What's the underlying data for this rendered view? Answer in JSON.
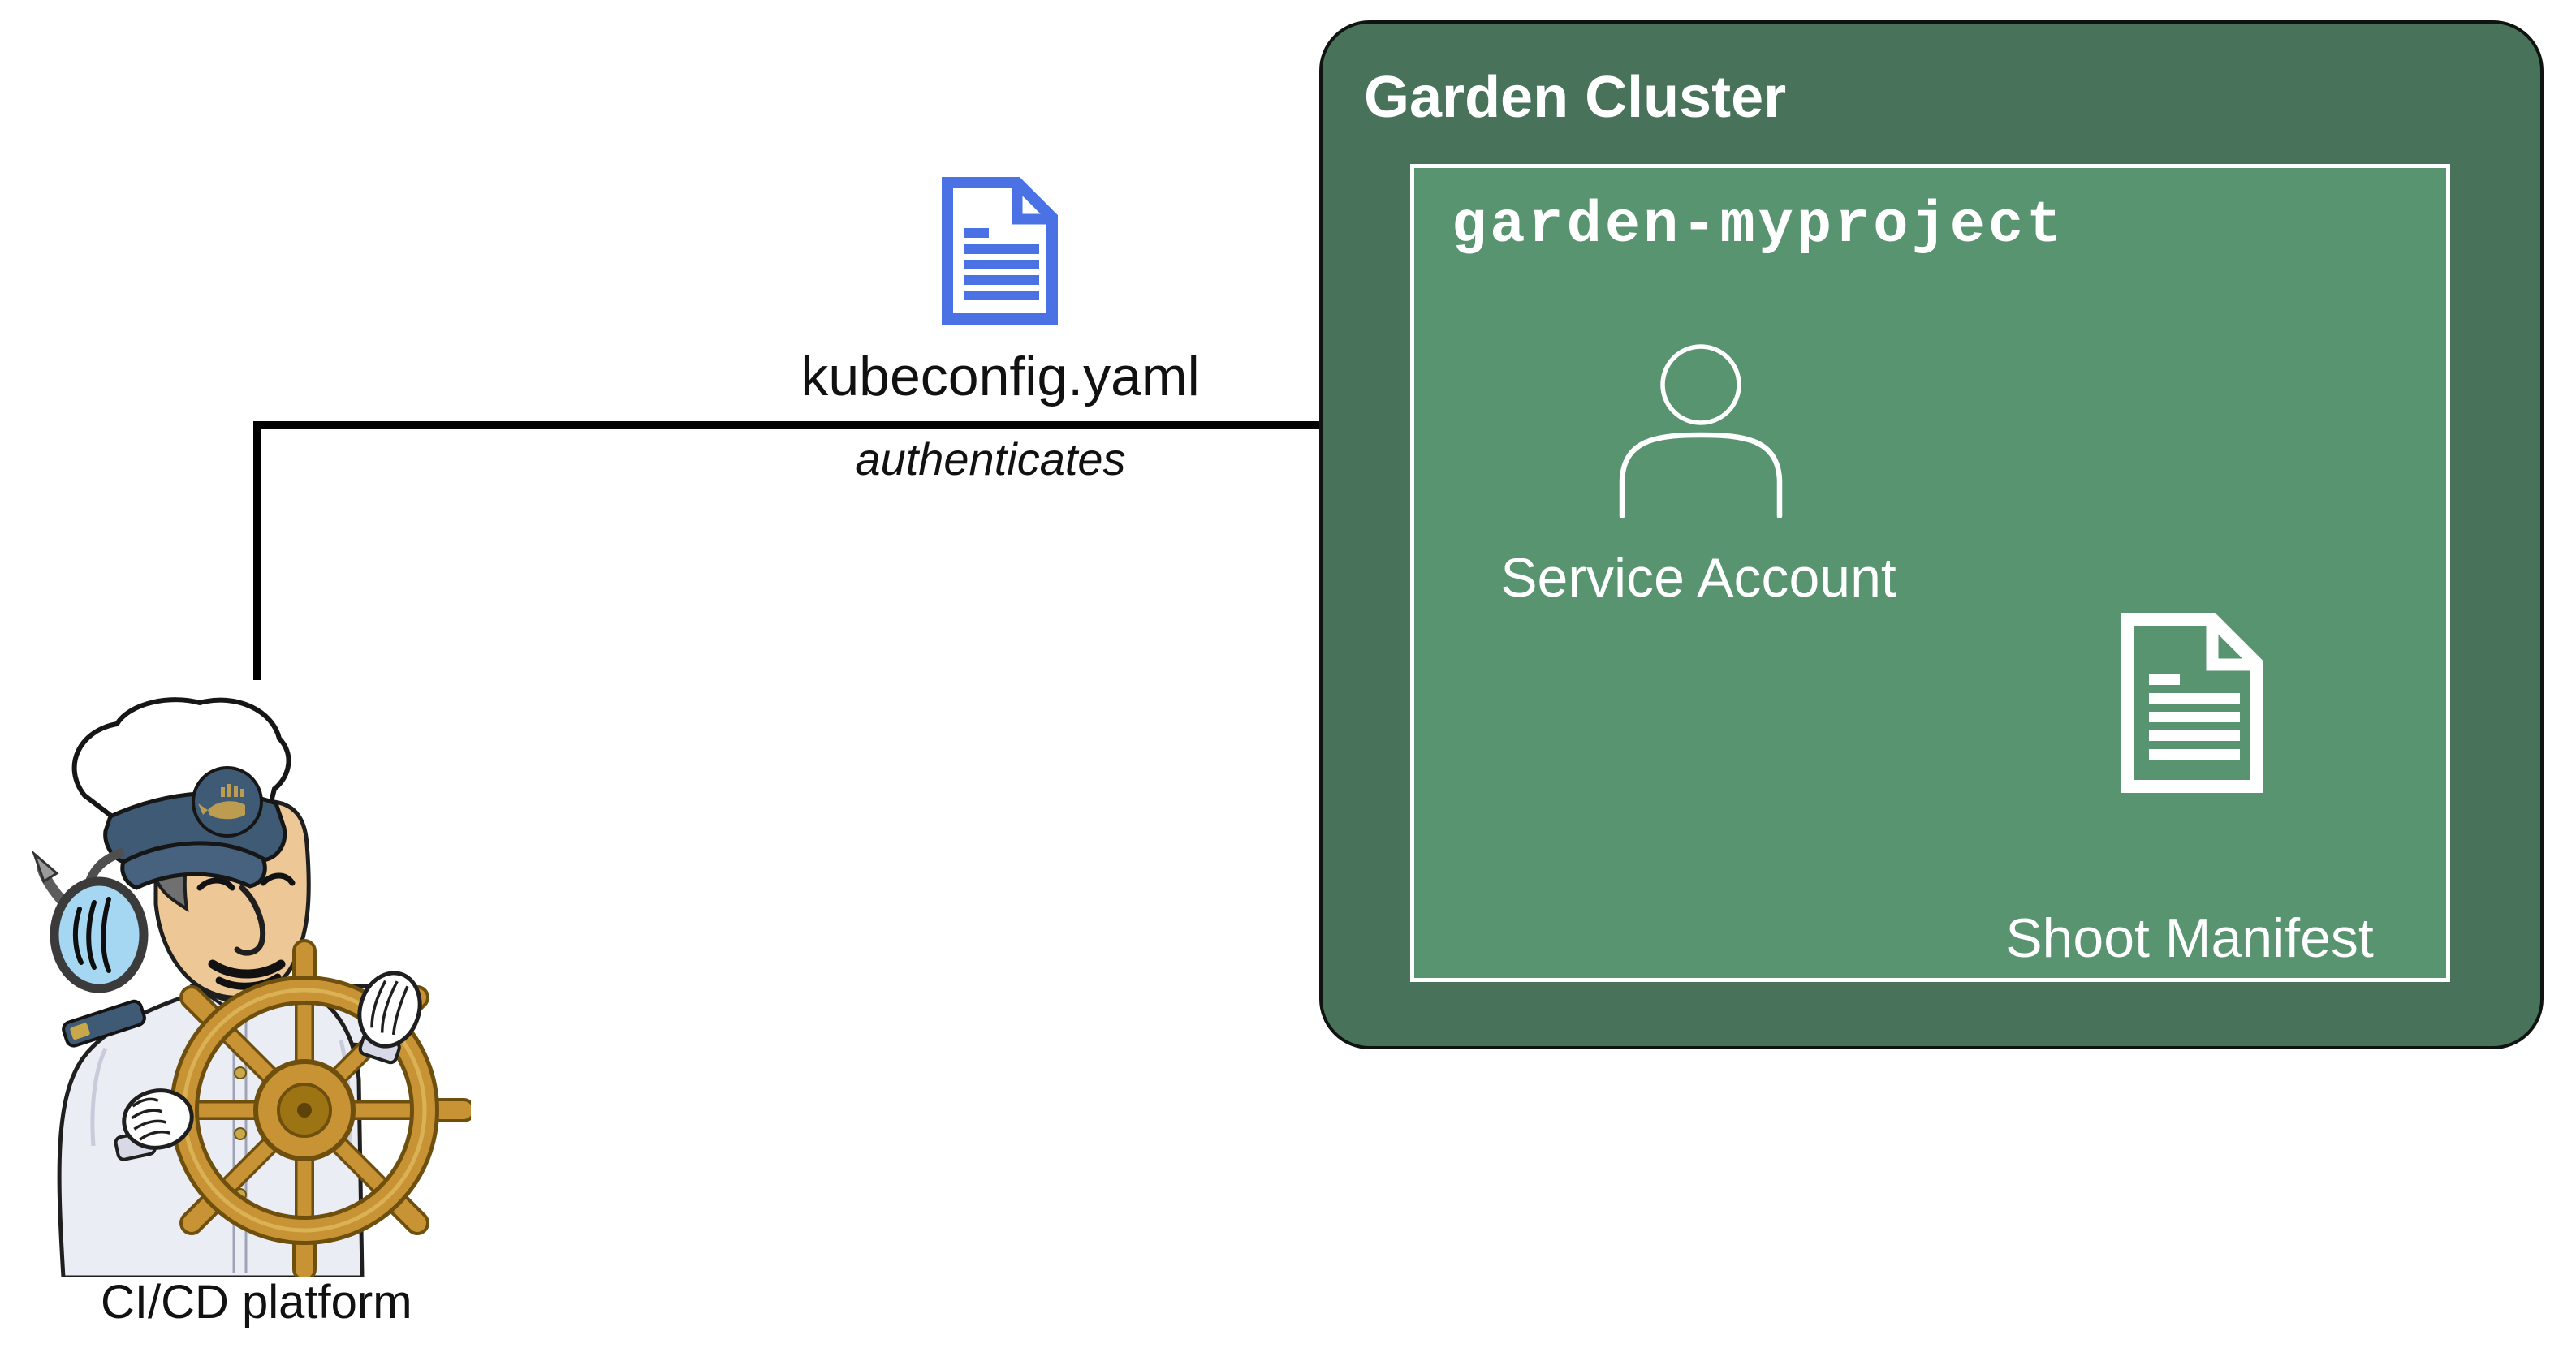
{
  "diagram": {
    "cicd_platform_label": "CI/CD platform",
    "kubeconfig_label": "kubeconfig.yaml",
    "edge_label": "authenticates",
    "cluster": {
      "title": "Garden Cluster",
      "namespace": {
        "name": "garden-myproject",
        "service_account_label": "Service Account",
        "shoot_manifest_label": "Shoot Manifest"
      }
    },
    "icons": {
      "kubeconfig_icon": "document-icon",
      "service_account_icon": "person-icon",
      "shoot_manifest_icon": "document-icon",
      "cicd_icon": "jenkins-captain-mascot"
    },
    "colors": {
      "cluster_fill": "#48735a",
      "namespace_fill": "#57946f",
      "kubeconfig_icon_blue": "#4a72e4",
      "connector_black": "#000000",
      "arrow_and_inner_icons_white": "#ffffff",
      "hat_band_blue": "#3f5a75",
      "wheel_gold": "#c79335",
      "headphone_blue": "#a6d7f2"
    }
  }
}
